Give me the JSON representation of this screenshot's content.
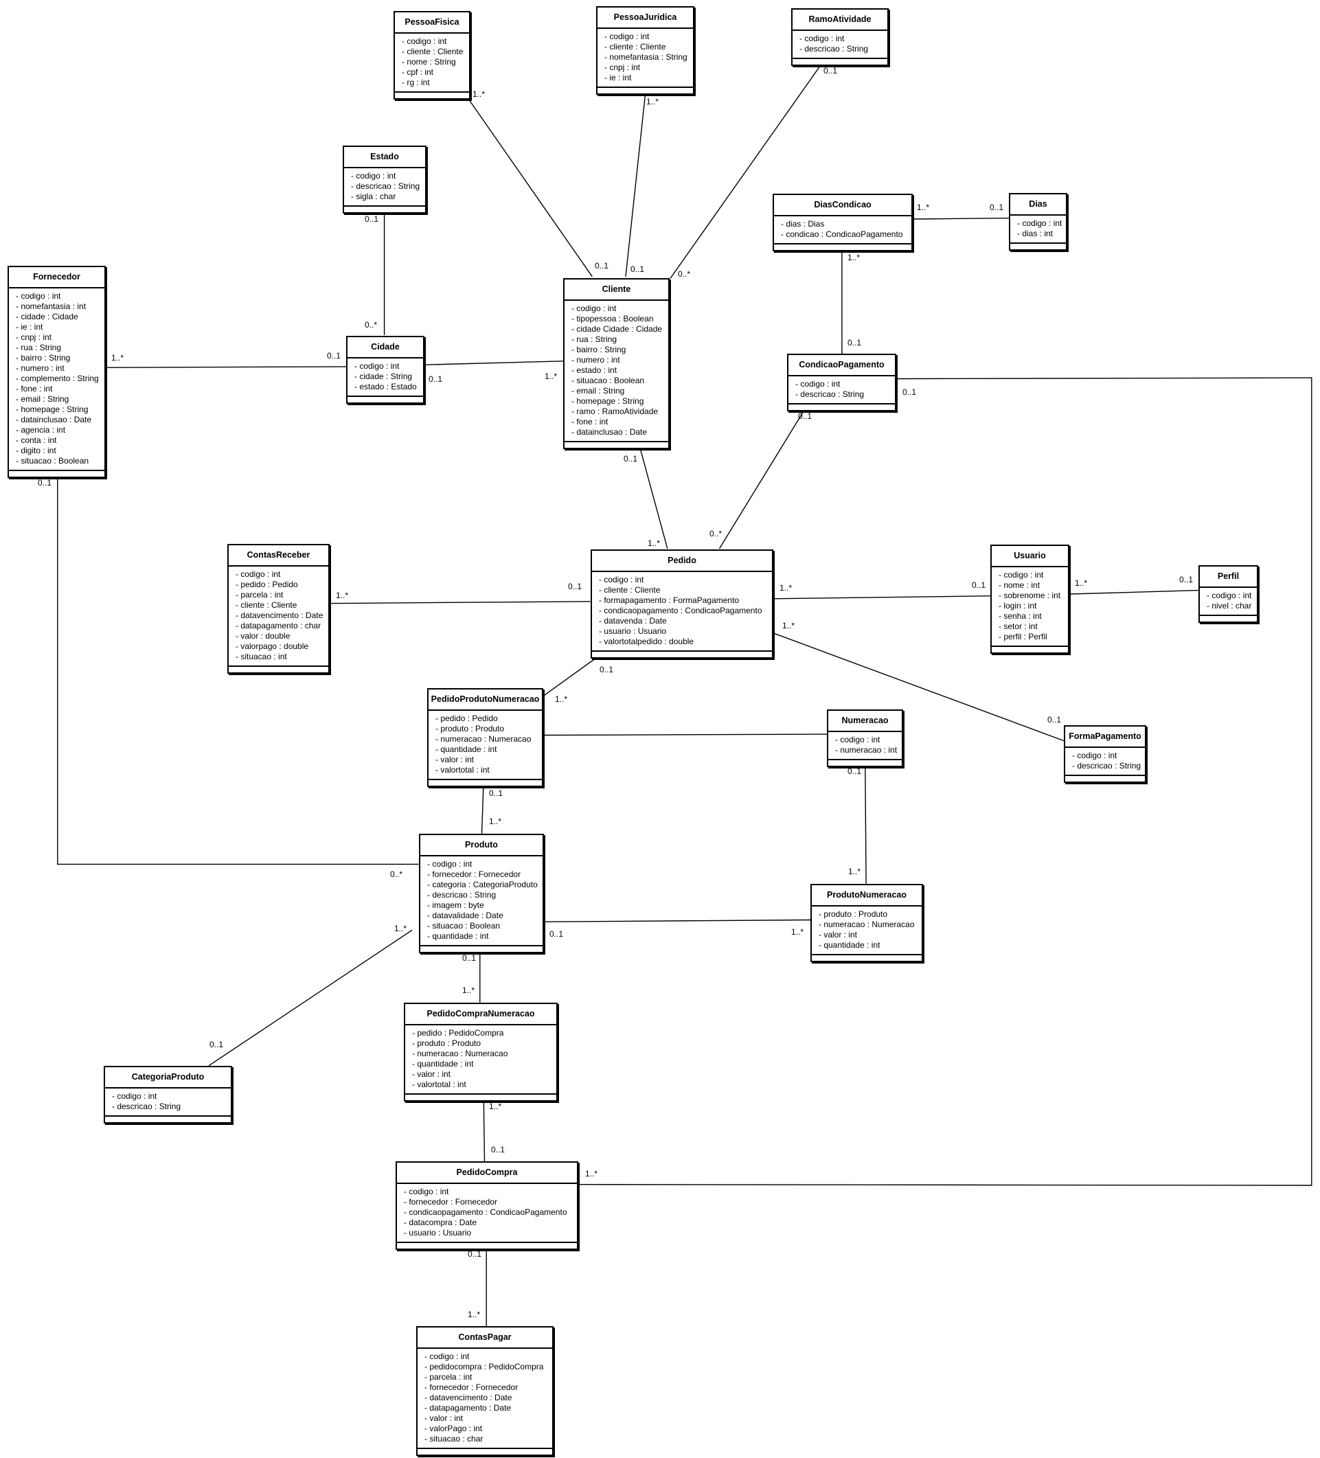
{
  "classes": [
    {
      "id": "PessoaFisica",
      "name": "PessoaFisica",
      "attributes": [
        "- codigo : int",
        "- cliente : Cliente",
        "- nome : String",
        "- cpf : int",
        "- rg : int"
      ]
    },
    {
      "id": "PessoaJuridica",
      "name": "PessoaJuridica",
      "attributes": [
        "- codigo : int",
        "- cliente : Cliente",
        "- nomefantasia : String",
        "- cnpj : int",
        "- ie : int"
      ]
    },
    {
      "id": "RamoAtividade",
      "name": "RamoAtividade",
      "attributes": [
        "- codigo : int",
        "- descricao : String"
      ]
    },
    {
      "id": "Estado",
      "name": "Estado",
      "attributes": [
        "- codigo : int",
        "- descricao : String",
        "- sigla : char"
      ]
    },
    {
      "id": "DiasCondicao",
      "name": "DiasCondicao",
      "attributes": [
        "- dias : Dias",
        "- condicao : CondicaoPagamento"
      ]
    },
    {
      "id": "Dias",
      "name": "Dias",
      "attributes": [
        "- codigo : int",
        "- dias : int"
      ]
    },
    {
      "id": "Fornecedor",
      "name": "Fornecedor",
      "attributes": [
        "- codigo : int",
        "- nomefantasia : int",
        "- cidade : Cidade",
        "- ie : int",
        "- cnpj : int",
        "- rua : String",
        "- bairro : String",
        "- numero : int",
        "- complemento : String",
        "- fone : int",
        "- email : String",
        "- homepage : String",
        "- datainclusao : Date",
        "- agencia : int",
        "- conta : int",
        "- digito : int",
        "- situacao : Boolean"
      ]
    },
    {
      "id": "Cidade",
      "name": "Cidade",
      "attributes": [
        "- codigo : int",
        "- cidade : String",
        "- estado : Estado"
      ]
    },
    {
      "id": "Cliente",
      "name": "Cliente",
      "attributes": [
        "- codigo : int",
        "- tipopessoa : Boolean",
        "- cidade Cidade : Cidade",
        "- rua : String",
        "- bairro : String",
        "- numero : int",
        "- estado : int",
        "- situacao : Boolean",
        "- email : String",
        "- homepage : String",
        "- ramo : RamoAtividade",
        "- fone : int",
        "- datainclusao : Date"
      ]
    },
    {
      "id": "CondicaoPagamento",
      "name": "CondicaoPagamento",
      "attributes": [
        "- codigo : int",
        "- descricao : String"
      ]
    },
    {
      "id": "ContasReceber",
      "name": "ContasReceber",
      "attributes": [
        "- codigo : int",
        "- pedido : Pedido",
        "- parcela : int",
        "- cliente : Cliente",
        "- datavencimento : Date",
        "- datapagamento : char",
        "- valor : double",
        "- valorpago : double",
        "- situacao : int"
      ]
    },
    {
      "id": "Pedido",
      "name": "Pedido",
      "attributes": [
        "- codigo : int",
        "- cliente : Cliente",
        "- formapagamento : FormaPagamento",
        "- condicaopagamento : CondicaoPagamento",
        "- datavenda : Date",
        "- usuario : Usuario",
        "- valortotalpedido : double"
      ]
    },
    {
      "id": "Usuario",
      "name": "Usuario",
      "attributes": [
        "- codigo : int",
        "- nome : int",
        "- sobrenome : int",
        "- login : int",
        "- senha : int",
        "- setor : int",
        "- perfil : Perfil"
      ]
    },
    {
      "id": "Perfil",
      "name": "Perfil",
      "attributes": [
        "- codigo : int",
        "- nivel : char"
      ]
    },
    {
      "id": "PedidoProdutoNumeracao",
      "name": "PedidoProdutoNumeracao",
      "attributes": [
        "- pedido : Pedido",
        "- produto : Produto",
        "- numeracao : Numeracao",
        "- quantidade : int",
        "- valor : int",
        "- valortotal : int"
      ]
    },
    {
      "id": "Numeracao",
      "name": "Numeracao",
      "attributes": [
        "- codigo : int",
        "- numeracao : int"
      ]
    },
    {
      "id": "FormaPagamento",
      "name": "FormaPagamento",
      "attributes": [
        "- codigo : int",
        "- descricao : String"
      ]
    },
    {
      "id": "Produto",
      "name": "Produto",
      "attributes": [
        "- codigo : int",
        "- fornecedor : Fornecedor",
        "- categoria : CategoriaProduto",
        "- descricao : String",
        "- imagem : byte",
        "- datavalidade : Date",
        "- situacao : Boolean",
        "- quantidade : int"
      ]
    },
    {
      "id": "ProdutoNumeracao",
      "name": "ProdutoNumeracao",
      "attributes": [
        "- produto : Produto",
        "- numeracao : Numeracao",
        "- valor : int",
        "- quantidade : int"
      ]
    },
    {
      "id": "PedidoCompraNumeracao",
      "name": "PedidoCompraNumeracao",
      "attributes": [
        "- pedido : PedidoCompra",
        "- produto : Produto",
        "- numeracao : Numeracao",
        "- quantidade : int",
        "- valor : int",
        "- valortotal : int"
      ]
    },
    {
      "id": "CategoriaProduto",
      "name": "CategoriaProduto",
      "attributes": [
        "- codigo : int",
        "- descricao : String"
      ]
    },
    {
      "id": "PedidoCompra",
      "name": "PedidoCompra",
      "attributes": [
        "- codigo : int",
        "- fornecedor : Fornecedor",
        "- condicaopagamento : CondicaoPagamento",
        "- datacompra : Date",
        "- usuario : Usuario"
      ]
    },
    {
      "id": "ContasPagar",
      "name": "ContasPagar",
      "attributes": [
        "- codigo : int",
        "- pedidocompra : PedidoCompra",
        "- parcela : int",
        "- fornecedor : Fornecedor",
        "- datavencimento : Date",
        "- datapagamento : Date",
        "- valor : int",
        "- valorPago : int",
        "- situacao : char"
      ]
    }
  ],
  "associations": [
    {
      "from": "PessoaFisica",
      "to": "Cliente",
      "from_multiplicity": "1..*",
      "to_multiplicity": "0..1"
    },
    {
      "from": "PessoaJuridica",
      "to": "Cliente",
      "from_multiplicity": "1..*",
      "to_multiplicity": "0..1"
    },
    {
      "from": "RamoAtividade",
      "to": "Cliente",
      "from_multiplicity": "0..1",
      "to_multiplicity": "0..*"
    },
    {
      "from": "Estado",
      "to": "Cidade",
      "from_multiplicity": "0..1",
      "to_multiplicity": "0..*"
    },
    {
      "from": "Fornecedor",
      "to": "Cidade",
      "from_multiplicity": "1..*",
      "to_multiplicity": "0..1"
    },
    {
      "from": "Cidade",
      "to": "Cliente",
      "from_multiplicity": "0..1",
      "to_multiplicity": "1..*"
    },
    {
      "from": "DiasCondicao",
      "to": "Dias",
      "from_multiplicity": "1..*",
      "to_multiplicity": "0..1"
    },
    {
      "from": "DiasCondicao",
      "to": "CondicaoPagamento",
      "from_multiplicity": "1..*",
      "to_multiplicity": "0..1"
    },
    {
      "from": "Cliente",
      "to": "Pedido",
      "from_multiplicity": "0..1",
      "to_multiplicity": "1..*"
    },
    {
      "from": "CondicaoPagamento",
      "to": "Pedido",
      "from_multiplicity": "0..1",
      "to_multiplicity": "0..*"
    },
    {
      "from": "ContasReceber",
      "to": "Pedido",
      "from_multiplicity": "1..*",
      "to_multiplicity": "0..1"
    },
    {
      "from": "Pedido",
      "to": "Usuario",
      "from_multiplicity": "1..*",
      "to_multiplicity": "0..1"
    },
    {
      "from": "Usuario",
      "to": "Perfil",
      "from_multiplicity": "1..*",
      "to_multiplicity": "0..1"
    },
    {
      "from": "Pedido",
      "to": "FormaPagamento",
      "from_multiplicity": "1..*",
      "to_multiplicity": "0..1"
    },
    {
      "from": "Pedido",
      "to": "PedidoProdutoNumeracao",
      "from_multiplicity": "0..1",
      "to_multiplicity": "1..*"
    },
    {
      "from": "PedidoProdutoNumeracao",
      "to": "Numeracao",
      "from_multiplicity": "",
      "to_multiplicity": ""
    },
    {
      "from": "PedidoProdutoNumeracao",
      "to": "Produto",
      "from_multiplicity": "0..1",
      "to_multiplicity": "1..*"
    },
    {
      "from": "Fornecedor",
      "to": "Produto",
      "from_multiplicity": "0..1",
      "to_multiplicity": "0..*"
    },
    {
      "from": "Numeracao",
      "to": "ProdutoNumeracao",
      "from_multiplicity": "0..1",
      "to_multiplicity": "1..*"
    },
    {
      "from": "Produto",
      "to": "ProdutoNumeracao",
      "from_multiplicity": "0..1",
      "to_multiplicity": "1..*"
    },
    {
      "from": "Produto",
      "to": "CategoriaProduto",
      "from_multiplicity": "1..*",
      "to_multiplicity": "0..1"
    },
    {
      "from": "Produto",
      "to": "PedidoCompraNumeracao",
      "from_multiplicity": "0..1",
      "to_multiplicity": "1..*"
    },
    {
      "from": "PedidoCompraNumeracao",
      "to": "PedidoCompra",
      "from_multiplicity": "1..*",
      "to_multiplicity": "0..1"
    },
    {
      "from": "CondicaoPagamento",
      "to": "PedidoCompra",
      "from_multiplicity": "0..1",
      "to_multiplicity": "1..*"
    },
    {
      "from": "PedidoCompra",
      "to": "ContasPagar",
      "from_multiplicity": "0..1",
      "to_multiplicity": "1..*"
    }
  ]
}
